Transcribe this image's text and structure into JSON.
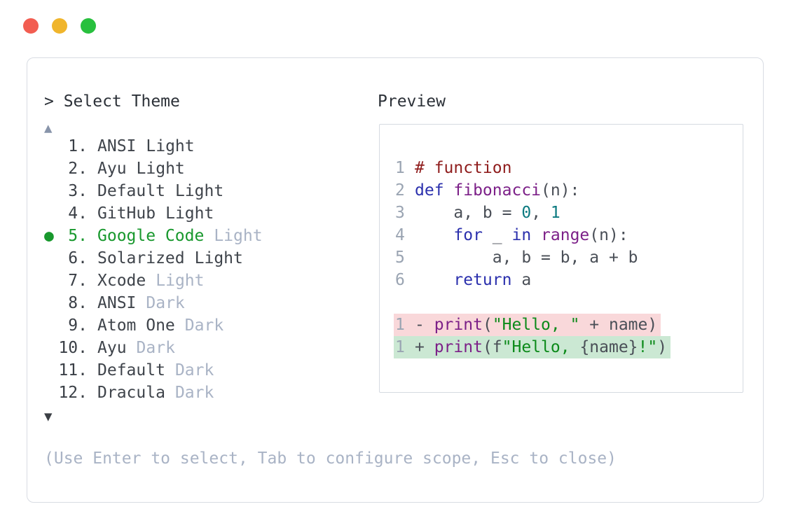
{
  "window": {
    "traffic_lights": {
      "close_color": "#f25d51",
      "minimize_color": "#f0b52c",
      "zoom_color": "#28c03e"
    }
  },
  "colors": {
    "accent_green": "#18982d",
    "dim_text": "#a9b3c5",
    "dark_text": "#3f444b",
    "panel_border": "#d8dce3",
    "line_number": "#9aa4b2",
    "diff_removed_bg": "#f9d8da",
    "diff_added_bg": "#cbe8d3",
    "syntax": {
      "comment": "#8f1d1d",
      "keyword": "#2b30ad",
      "function": "#7c2088",
      "string": "#0c8a1a",
      "literal": "#0c7a80",
      "plain": "#4a4f57"
    }
  },
  "picker": {
    "prompt": "> Select Theme",
    "scroll_up_symbol": "▲",
    "scroll_down_symbol": "▼",
    "selected_index": 5,
    "items": [
      {
        "bullet": "",
        "number": "1.",
        "name": "ANSI",
        "variant": "Light"
      },
      {
        "bullet": "",
        "number": "2.",
        "name": "Ayu",
        "variant": "Light"
      },
      {
        "bullet": "",
        "number": "3.",
        "name": "Default",
        "variant": "Light"
      },
      {
        "bullet": "",
        "number": "4.",
        "name": "GitHub",
        "variant": "Light"
      },
      {
        "bullet": "●",
        "number": "5.",
        "name": "Google Code",
        "variant": "Light"
      },
      {
        "bullet": "",
        "number": "6.",
        "name": "Solarized",
        "variant": "Light"
      },
      {
        "bullet": "",
        "number": "7.",
        "name": "Xcode",
        "variant": "Light"
      },
      {
        "bullet": "",
        "number": "8.",
        "name": "ANSI",
        "variant": "Dark"
      },
      {
        "bullet": "",
        "number": "9.",
        "name": "Atom One",
        "variant": "Dark"
      },
      {
        "bullet": "",
        "number": "10.",
        "name": "Ayu",
        "variant": "Dark"
      },
      {
        "bullet": "",
        "number": "11.",
        "name": "Default",
        "variant": "Dark"
      },
      {
        "bullet": "",
        "number": "12.",
        "name": "Dracula",
        "variant": "Dark"
      }
    ]
  },
  "preview": {
    "label": "Preview",
    "code_lines": [
      {
        "num": "1",
        "tokens": [
          {
            "text": "# function",
            "kind": "com"
          }
        ]
      },
      {
        "num": "2",
        "tokens": [
          {
            "text": "def ",
            "kind": "kwd"
          },
          {
            "text": "fibonacci",
            "kind": "typ"
          },
          {
            "text": "(n):",
            "kind": "pln"
          }
        ]
      },
      {
        "num": "3",
        "tokens": [
          {
            "text": "    a, b = ",
            "kind": "pln"
          },
          {
            "text": "0",
            "kind": "lit"
          },
          {
            "text": ", ",
            "kind": "pln"
          },
          {
            "text": "1",
            "kind": "lit"
          }
        ]
      },
      {
        "num": "4",
        "tokens": [
          {
            "text": "    ",
            "kind": "pln"
          },
          {
            "text": "for ",
            "kind": "kwd"
          },
          {
            "text": "_ ",
            "kind": "pln"
          },
          {
            "text": "in ",
            "kind": "kwd"
          },
          {
            "text": "range",
            "kind": "typ"
          },
          {
            "text": "(n):",
            "kind": "pln"
          }
        ]
      },
      {
        "num": "5",
        "tokens": [
          {
            "text": "        a, b = b, a + b",
            "kind": "pln"
          }
        ]
      },
      {
        "num": "6",
        "tokens": [
          {
            "text": "    ",
            "kind": "pln"
          },
          {
            "text": "return ",
            "kind": "kwd"
          },
          {
            "text": "a",
            "kind": "pln"
          }
        ]
      },
      {
        "num": "",
        "tokens": []
      },
      {
        "num": "1",
        "diff": "removed",
        "tokens": [
          {
            "text": "- ",
            "kind": "pln"
          },
          {
            "text": "print",
            "kind": "typ"
          },
          {
            "text": "(",
            "kind": "pln"
          },
          {
            "text": "\"Hello, \"",
            "kind": "str"
          },
          {
            "text": " + name)",
            "kind": "pln"
          }
        ]
      },
      {
        "num": "1",
        "diff": "added",
        "tokens": [
          {
            "text": "+ ",
            "kind": "pln"
          },
          {
            "text": "print",
            "kind": "typ"
          },
          {
            "text": "(f",
            "kind": "pln"
          },
          {
            "text": "\"Hello, ",
            "kind": "str"
          },
          {
            "text": "{name}",
            "kind": "pln"
          },
          {
            "text": "!\"",
            "kind": "str"
          },
          {
            "text": ")",
            "kind": "pln"
          }
        ]
      }
    ]
  },
  "footer": {
    "hint": "(Use Enter to select, Tab to configure scope, Esc to close)"
  }
}
